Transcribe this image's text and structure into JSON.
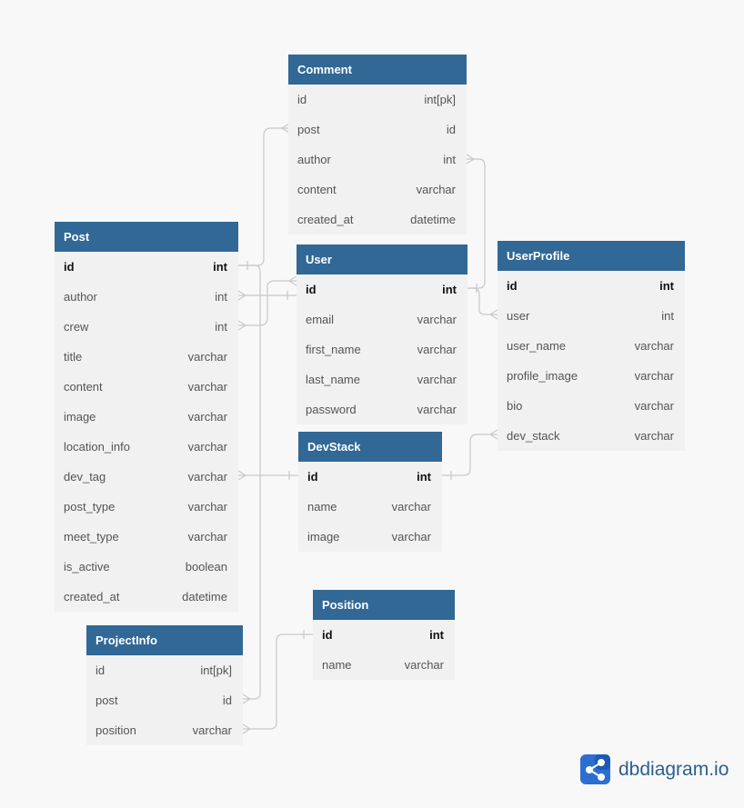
{
  "tables": [
    {
      "id": "comment",
      "title": "Comment",
      "rows": [
        {
          "name": "id",
          "type": "int[pk]",
          "pk": false
        },
        {
          "name": "post",
          "type": "id",
          "pk": false
        },
        {
          "name": "author",
          "type": "int",
          "pk": false
        },
        {
          "name": "content",
          "type": "varchar",
          "pk": false
        },
        {
          "name": "created_at",
          "type": "datetime",
          "pk": false
        }
      ]
    },
    {
      "id": "post",
      "title": "Post",
      "rows": [
        {
          "name": "id",
          "type": "int",
          "pk": true
        },
        {
          "name": "author",
          "type": "int",
          "pk": false
        },
        {
          "name": "crew",
          "type": "int",
          "pk": false
        },
        {
          "name": "title",
          "type": "varchar",
          "pk": false
        },
        {
          "name": "content",
          "type": "varchar",
          "pk": false
        },
        {
          "name": "image",
          "type": "varchar",
          "pk": false
        },
        {
          "name": "location_info",
          "type": "varchar",
          "pk": false
        },
        {
          "name": "dev_tag",
          "type": "varchar",
          "pk": false
        },
        {
          "name": "post_type",
          "type": "varchar",
          "pk": false
        },
        {
          "name": "meet_type",
          "type": "varchar",
          "pk": false
        },
        {
          "name": "is_active",
          "type": "boolean",
          "pk": false
        },
        {
          "name": "created_at",
          "type": "datetime",
          "pk": false
        }
      ]
    },
    {
      "id": "user",
      "title": "User",
      "rows": [
        {
          "name": "id",
          "type": "int",
          "pk": true
        },
        {
          "name": "email",
          "type": "varchar",
          "pk": false
        },
        {
          "name": "first_name",
          "type": "varchar",
          "pk": false
        },
        {
          "name": "last_name",
          "type": "varchar",
          "pk": false
        },
        {
          "name": "password",
          "type": "varchar",
          "pk": false
        }
      ]
    },
    {
      "id": "userprofile",
      "title": "UserProfile",
      "rows": [
        {
          "name": "id",
          "type": "int",
          "pk": true
        },
        {
          "name": "user",
          "type": "int",
          "pk": false
        },
        {
          "name": "user_name",
          "type": "varchar",
          "pk": false
        },
        {
          "name": "profile_image",
          "type": "varchar",
          "pk": false
        },
        {
          "name": "bio",
          "type": "varchar",
          "pk": false
        },
        {
          "name": "dev_stack",
          "type": "varchar",
          "pk": false
        }
      ]
    },
    {
      "id": "devstack",
      "title": "DevStack",
      "rows": [
        {
          "name": "id",
          "type": "int",
          "pk": true
        },
        {
          "name": "name",
          "type": "varchar",
          "pk": false
        },
        {
          "name": "image",
          "type": "varchar",
          "pk": false
        }
      ]
    },
    {
      "id": "position",
      "title": "Position",
      "rows": [
        {
          "name": "id",
          "type": "int",
          "pk": true
        },
        {
          "name": "name",
          "type": "varchar",
          "pk": false
        }
      ]
    },
    {
      "id": "projectinfo",
      "title": "ProjectInfo",
      "rows": [
        {
          "name": "id",
          "type": "int[pk]",
          "pk": false
        },
        {
          "name": "post",
          "type": "id",
          "pk": false
        },
        {
          "name": "position",
          "type": "varchar",
          "pk": false
        }
      ]
    }
  ],
  "relations": [
    {
      "from": "comment.post",
      "to": "post.id"
    },
    {
      "from": "comment.author",
      "to": "user.id"
    },
    {
      "from": "post.author",
      "to": "user.id"
    },
    {
      "from": "post.crew",
      "to": "user.id"
    },
    {
      "from": "userprofile.user",
      "to": "user.id"
    },
    {
      "from": "post.dev_tag",
      "to": "devstack.id"
    },
    {
      "from": "userprofile.dev_stack",
      "to": "devstack.id"
    },
    {
      "from": "projectinfo.post",
      "to": "post.id"
    },
    {
      "from": "projectinfo.position",
      "to": "position.id"
    }
  ],
  "brand": {
    "text": "dbdiagram.io",
    "icon": "share-nodes-icon",
    "color": "#2c5f8e"
  },
  "colors": {
    "header": "#316896",
    "table_bg": "#f1f1f1",
    "line": "#c8c8c8"
  }
}
